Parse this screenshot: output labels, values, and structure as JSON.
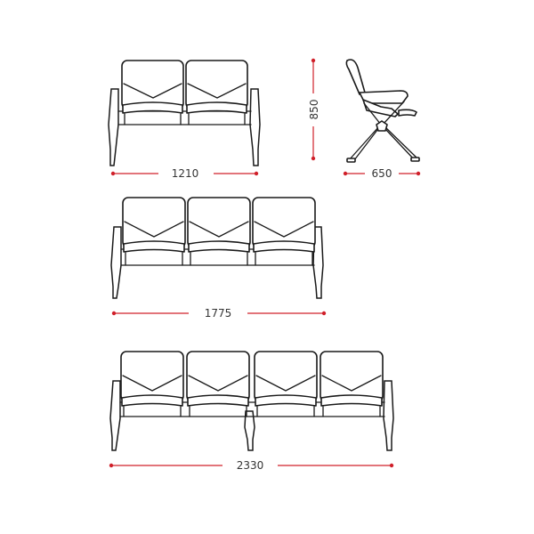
{
  "colors": {
    "dimension": "#d0202a",
    "outline": "#1a1a1a",
    "text": "#333333"
  },
  "benches": [
    {
      "id": "two-seat",
      "seats": 2,
      "width_label": "1210",
      "height_label": "850"
    },
    {
      "id": "three-seat",
      "seats": 3,
      "width_label": "1775"
    },
    {
      "id": "four-seat",
      "seats": 4,
      "width_label": "2330"
    }
  ],
  "side_view": {
    "depth_label": "650"
  }
}
